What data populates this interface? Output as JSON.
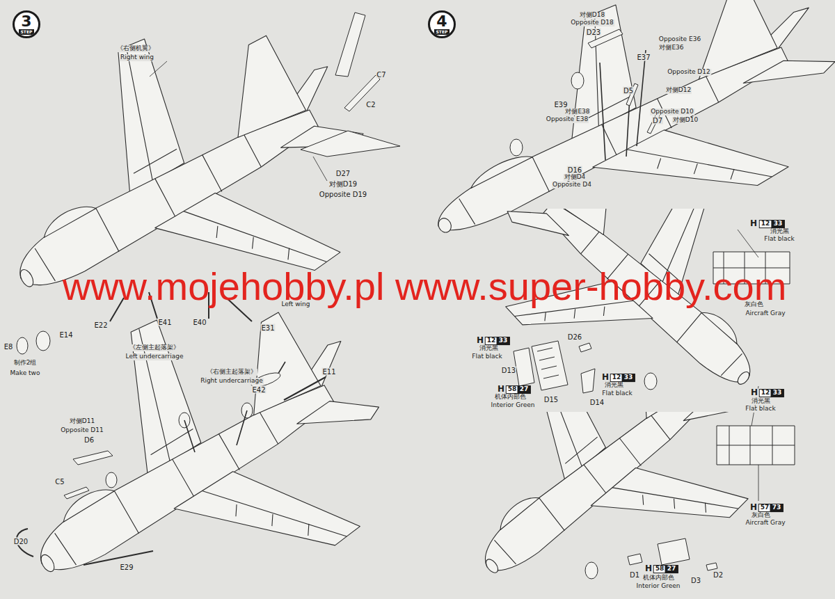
{
  "diagram": {
    "nodes": [
      {
        "text": [
          "3",
          "STEP"
        ]
      },
      {
        "text": [
          "4",
          "STEP"
        ]
      }
    ],
    "labels": [
      "《右侧机翼》",
      "Right wing",
      "C7",
      "C2",
      "D27",
      "对侧D19",
      "Opposite D19",
      "www.mojehobby.pl www.super-hobby.com",
      "Left wing",
      "E22",
      "E41",
      "E40",
      "E31",
      "E8",
      "E14",
      "制作2组",
      "Make two",
      "《左侧主起落架》",
      "Left undercarriage",
      "《右侧主起落架》",
      "Right undercarriage",
      "E42",
      "E11",
      "对侧D11",
      "Opposite D11",
      "D6",
      "C5",
      "D20",
      "E29",
      "对侧D18",
      "Opposite D18",
      "D23",
      "Opposite E36",
      "对侧E36",
      "E37",
      "Opposite D12",
      "D5",
      "对侧D12",
      "E39",
      "对侧E38",
      "Opposite E38",
      "Opposite D10",
      "D7",
      "对侧D10",
      "D16",
      "对侧D4",
      "Opposite D4",
      "H",
      "12",
      "33",
      "消光黑",
      "Flat black",
      "灰白色",
      "Aircraft Gray",
      "H",
      "12",
      "33",
      "消光黑",
      "Flat black",
      "D26",
      "D13",
      "D15",
      "H",
      "12",
      "33",
      "消光黑",
      "Flat black",
      "H",
      "58",
      "27",
      "机体内部色",
      "Interior Green",
      "D14",
      "H",
      "12",
      "33",
      "消光黑",
      "Flat black",
      "H",
      "57",
      "73",
      "灰白色",
      "Aircraft Gray",
      "D1",
      "D3",
      "D2",
      "H",
      "58",
      "27",
      "机体内部色",
      "Interior Green"
    ]
  }
}
